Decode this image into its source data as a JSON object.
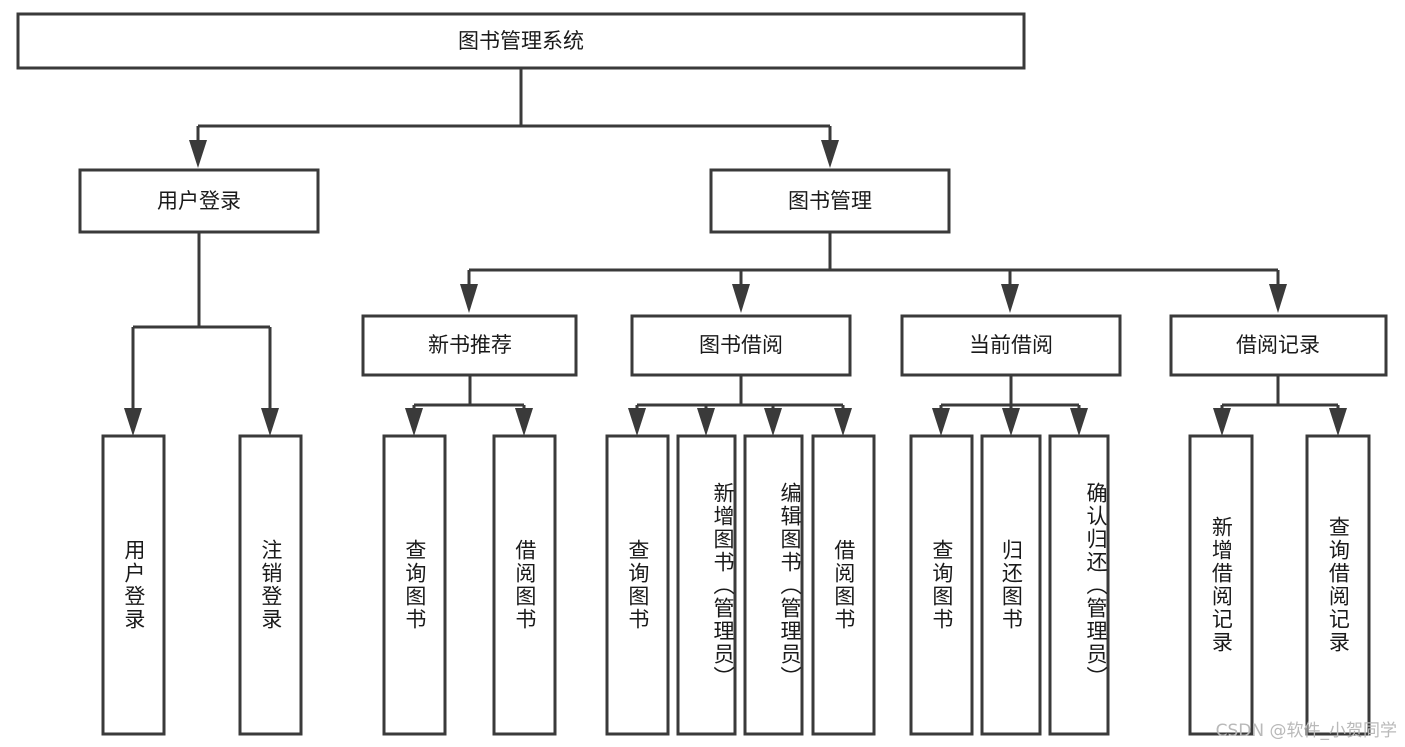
{
  "diagram": {
    "type": "tree-hierarchy",
    "title": "图书管理系统",
    "orientation": "top-down",
    "colors": {
      "box_stroke": "#3a3a3a",
      "box_fill": "#ffffff",
      "connector": "#3a3a3a",
      "text": "#1a1a1a",
      "background": "#ffffff",
      "watermark": "#b9b9b9"
    },
    "root": {
      "label": "图书管理系统"
    },
    "level2": [
      {
        "label": "用户登录"
      },
      {
        "label": "图书管理"
      }
    ],
    "level3": [
      {
        "label": "新书推荐"
      },
      {
        "label": "图书借阅"
      },
      {
        "label": "当前借阅"
      },
      {
        "label": "借阅记录"
      }
    ],
    "leaves": {
      "user_login": [
        {
          "label": "用户登录"
        },
        {
          "label": "注销登录"
        }
      ],
      "new_book_recommend": [
        {
          "label": "查询图书"
        },
        {
          "label": "借阅图书"
        }
      ],
      "book_borrow": [
        {
          "label": "查询图书"
        },
        {
          "label": "新增图书（管理员）"
        },
        {
          "label": "编辑图书（管理员）"
        },
        {
          "label": "借阅图书"
        }
      ],
      "current_borrow": [
        {
          "label": "查询图书"
        },
        {
          "label": "归还图书"
        },
        {
          "label": "确认归还（管理员）"
        }
      ],
      "borrow_records": [
        {
          "label": "新增借阅记录"
        },
        {
          "label": "查询借阅记录"
        }
      ]
    }
  },
  "watermark": {
    "text": "CSDN @软件_小贺同学"
  }
}
